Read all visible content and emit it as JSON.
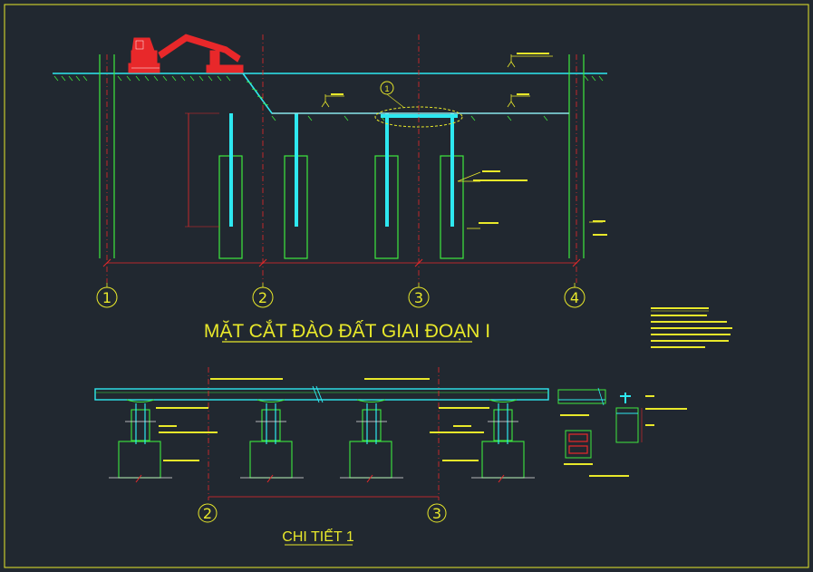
{
  "section_title": "MẶT CẮT ĐÀO ĐẤT GIAI ĐOẠN I",
  "detail_title": "CHI TIẾT 1",
  "detail_callout": "1",
  "axes_top": [
    "1",
    "2",
    "3",
    "4"
  ],
  "axes_bottom": [
    "2",
    "3"
  ],
  "colors": {
    "background": "#212830",
    "yellow": "#e8e82a",
    "cyan": "#2ee8f0",
    "green": "#3ee83e",
    "red": "#e8282a",
    "white": "#e6e6e6"
  }
}
